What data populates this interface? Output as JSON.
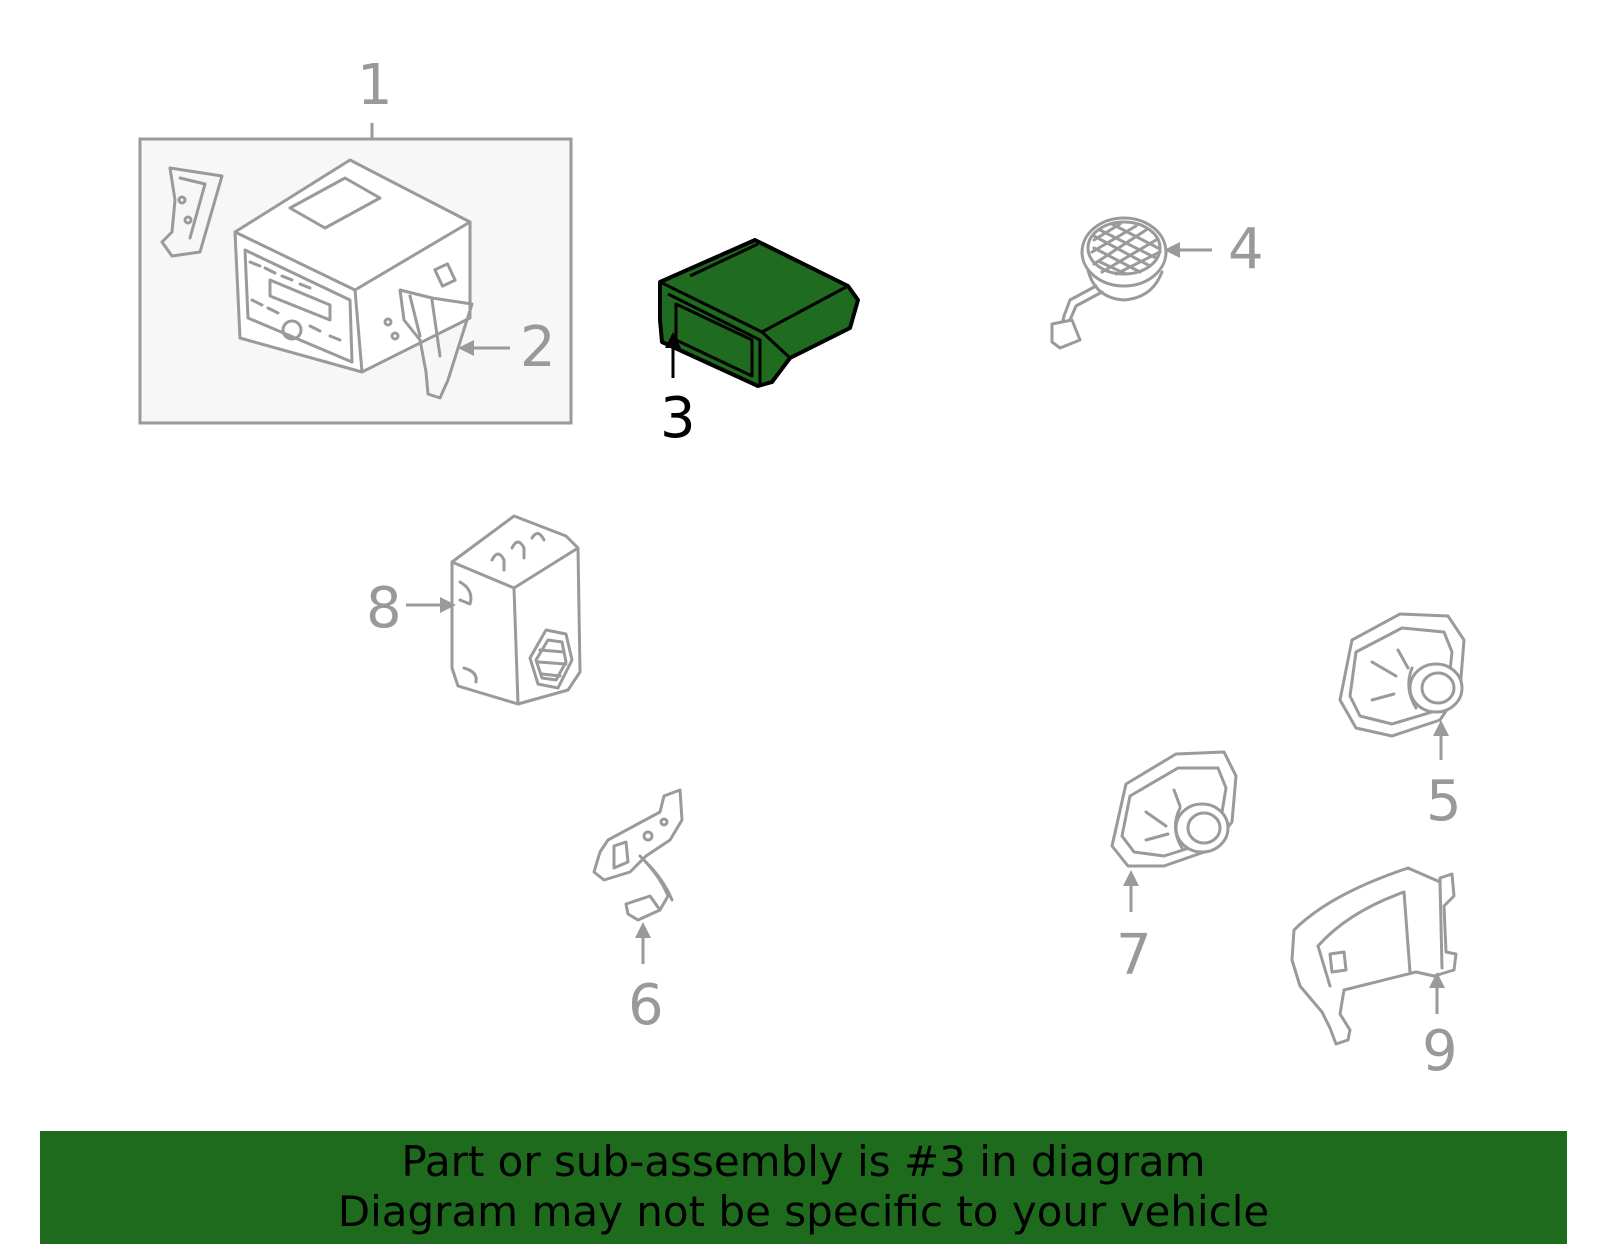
{
  "diagram": {
    "highlighted_part": "3",
    "callouts": {
      "c1": "1",
      "c2": "2",
      "c3": "3",
      "c4": "4",
      "c5": "5",
      "c6": "6",
      "c7": "7",
      "c8": "8",
      "c9": "9"
    }
  },
  "banner": {
    "line1": "Part or sub-assembly is #3 in diagram",
    "line2": "Diagram may not be specific to your vehicle"
  },
  "colors": {
    "highlight": "#1f6b1f",
    "banner": "#1e6b1e",
    "line_art": "#9a9a9a"
  }
}
